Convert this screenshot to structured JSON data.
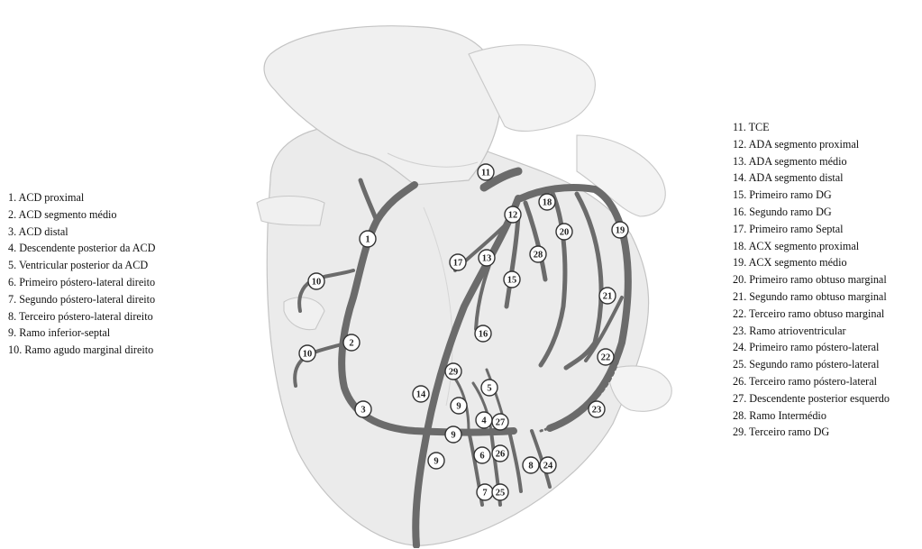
{
  "legend_left": [
    "1. ACD proximal",
    "2. ACD segmento médio",
    "3. ACD distal",
    "4. Descendente posterior da ACD",
    "5. Ventricular posterior da ACD",
    "6. Primeiro póstero-lateral direito",
    "7. Segundo póstero-lateral direito",
    "8. Terceiro póstero-lateral direito",
    "9. Ramo inferior-septal",
    "10. Ramo agudo marginal direito"
  ],
  "legend_right": [
    "11. TCE",
    "12. ADA segmento proximal",
    "13. ADA segmento médio",
    "14. ADA segmento distal",
    "15. Primeiro ramo DG",
    "16. Segundo ramo DG",
    "17. Primeiro ramo Septal",
    "18. ACX segmento proximal",
    "19. ACX segmento médio",
    "20. Primeiro ramo obtuso marginal",
    "21. Segundo ramo obtuso marginal",
    "22. Terceiro ramo obtuso marginal",
    "23. Ramo atrioventricular",
    "24. Primeiro ramo póstero-lateral",
    "25. Segundo ramo póstero-lateral",
    "26. Terceiro ramo póstero-lateral",
    "27. Descendente posterior esquerdo",
    "28. Ramo Intermédio",
    "29. Terceiro ramo DG"
  ],
  "markers": [
    "1",
    "2",
    "3",
    "4",
    "5",
    "6",
    "7",
    "8",
    "9",
    "9",
    "9",
    "10",
    "10",
    "11",
    "12",
    "13",
    "14",
    "15",
    "16",
    "17",
    "18",
    "19",
    "20",
    "21",
    "22",
    "23",
    "24",
    "25",
    "26",
    "27",
    "28",
    "29"
  ],
  "colors": {
    "artery": "#6b6b6b",
    "heart_fill": "#ececec",
    "heart_outline": "#bdbdbd",
    "text": "#111111"
  }
}
